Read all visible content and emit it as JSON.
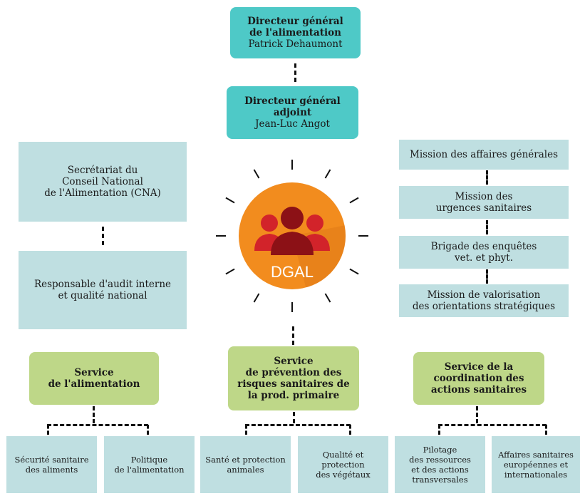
{
  "top": {
    "director_general": {
      "title": [
        "Directeur général",
        "de l'alimentation"
      ],
      "name": "Patrick Dehaumont"
    },
    "deputy": {
      "title": [
        "Directeur général",
        "adjoint"
      ],
      "name": "Jean-Luc Angot"
    }
  },
  "left_boxes": {
    "secretariat": [
      "Secrétariat du",
      "Conseil National",
      "de l'Alimentation (CNA)"
    ],
    "audit": [
      "Responsable d'audit interne",
      "et qualité national"
    ]
  },
  "right_boxes": {
    "affaires": [
      "Mission des affaires générales"
    ],
    "urgences": [
      "Mission des",
      "urgences sanitaires"
    ],
    "brigade": [
      "Brigade des enquêtes",
      "vet. et phyt."
    ],
    "valorisation": [
      "Mission de valorisation",
      "des orientations stratégiques"
    ]
  },
  "logo": {
    "label": "DGAL",
    "circle_color": "#f28c1e",
    "people_color": "#d2232a"
  },
  "services": {
    "alimentation": [
      "Service",
      "de l'alimentation"
    ],
    "prevention": [
      "Service",
      "de prévention des",
      "risques sanitaires de",
      "la prod. primaire"
    ],
    "coordination": [
      "Service de la",
      "coordination des",
      "actions sanitaires"
    ]
  },
  "sub_units": {
    "securite": [
      "Sécurité sanitaire",
      "des aliments"
    ],
    "politique": [
      "Politique",
      "de l'alimentation"
    ],
    "sante": [
      "Santé et protection",
      "animales"
    ],
    "qualite": [
      "Qualité et",
      "protection",
      "des végétaux"
    ],
    "pilotage": [
      "Pilotage",
      "des ressources",
      "et des actions",
      "transversales"
    ],
    "affaires_euro": [
      "Affaires sanitaires",
      "européennes et",
      "internationales"
    ]
  },
  "colors": {
    "teal": "#4ec9c7",
    "light_blue": "#bfdfe1",
    "green": "#bed788"
  }
}
